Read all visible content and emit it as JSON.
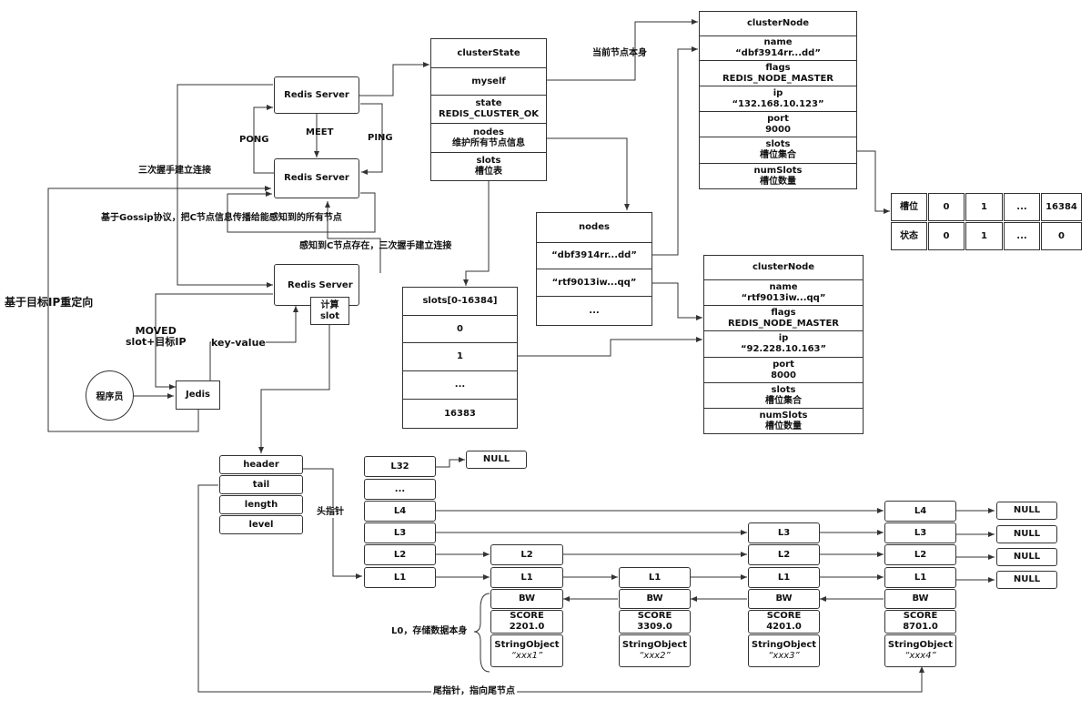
{
  "cluster_state": {
    "title": "clusterState",
    "myself": "myself",
    "state_key": "state",
    "state_val": "REDIS_CLUSTER_OK",
    "nodes_key": "nodes",
    "nodes_val": "维护所有节点信息",
    "slots_key": "slots",
    "slots_val": "槽位表"
  },
  "self_note": "当前节点本身",
  "cluster_node_1": {
    "title": "clusterNode",
    "name_key": "name",
    "name_val": "“dbf3914rr...dd”",
    "flags_key": "flags",
    "flags_val": "REDIS_NODE_MASTER",
    "ip_key": "ip",
    "ip_val": "“132.168.10.123”",
    "port_key": "port",
    "port_val": "9000",
    "slots_key": "slots",
    "slots_val": "槽位集合",
    "numslots_key": "numSlots",
    "numslots_val": "槽位数量"
  },
  "cluster_node_2": {
    "title": "clusterNode",
    "name_key": "name",
    "name_val": "“rtf9013iw...qq”",
    "flags_key": "flags",
    "flags_val": "REDIS_NODE_MASTER",
    "ip_key": "ip",
    "ip_val": "“92.228.10.163”",
    "port_key": "port",
    "port_val": "8000",
    "slots_key": "slots",
    "slots_val": "槽位集合",
    "numslots_key": "numSlots",
    "numslots_val": "槽位数量"
  },
  "slot_bitmap": {
    "row1": [
      "槽位",
      "0",
      "1",
      "...",
      "16384"
    ],
    "row2": [
      "状态",
      "0",
      "1",
      "...",
      "0"
    ]
  },
  "nodes_dict": {
    "title": "nodes",
    "entry_1": "“dbf3914rr...dd”",
    "entry_2": "“rtf9013iw...qq”",
    "more": "..."
  },
  "slots_array": {
    "title": "slots[0-16384]",
    "items": [
      "0",
      "1",
      "...",
      "16383"
    ]
  },
  "servers": {
    "server_1": "Redis Server",
    "server_2": "Redis Server",
    "server_3": "Redis Server",
    "calc_slot": "计算\nslot"
  },
  "labels": {
    "meet": "MEET",
    "pong": "PONG",
    "ping": "PING",
    "handshake": "三次握手建立连接",
    "gossip": "基于Gossip协议，把C节点信息传播给能感知到的所有节点",
    "sense_c": "感知到C节点存在，三次握手建立连接",
    "redirect": "基于目标IP重定向",
    "moved": "MOVED\nslot+目标IP",
    "key_value": "key-value",
    "head_ptr": "头指针",
    "l0_note": "L0，存储数据本身",
    "tail_ptr": "尾指针，指向尾节点"
  },
  "programmer": "程序员",
  "jedis": "Jedis",
  "skiplist_header": [
    "header",
    "tail",
    "length",
    "level"
  ],
  "head_levels": {
    "l32": "L32",
    "dots": "...",
    "l4": "L4",
    "l3": "L3",
    "l2": "L2",
    "l1": "L1"
  },
  "null_label": "NULL",
  "skiplist_nodes": [
    {
      "levels": [
        "L2",
        "L1"
      ],
      "bw": "BW",
      "score_key": "SCORE",
      "score": "2201.0",
      "obj_key": "StringObject",
      "obj": "“xxx1”"
    },
    {
      "levels": [
        "L1"
      ],
      "bw": "BW",
      "score_key": "SCORE",
      "score": "3309.0",
      "obj_key": "StringObject",
      "obj": "“xxx2”"
    },
    {
      "levels": [
        "L3",
        "L2",
        "L1"
      ],
      "bw": "BW",
      "score_key": "SCORE",
      "score": "4201.0",
      "obj_key": "StringObject",
      "obj": "“xxx3”"
    },
    {
      "levels": [
        "L4",
        "L3",
        "L2",
        "L1"
      ],
      "bw": "BW",
      "score_key": "SCORE",
      "score": "8701.0",
      "obj_key": "StringObject",
      "obj": "“xxx4”"
    }
  ]
}
